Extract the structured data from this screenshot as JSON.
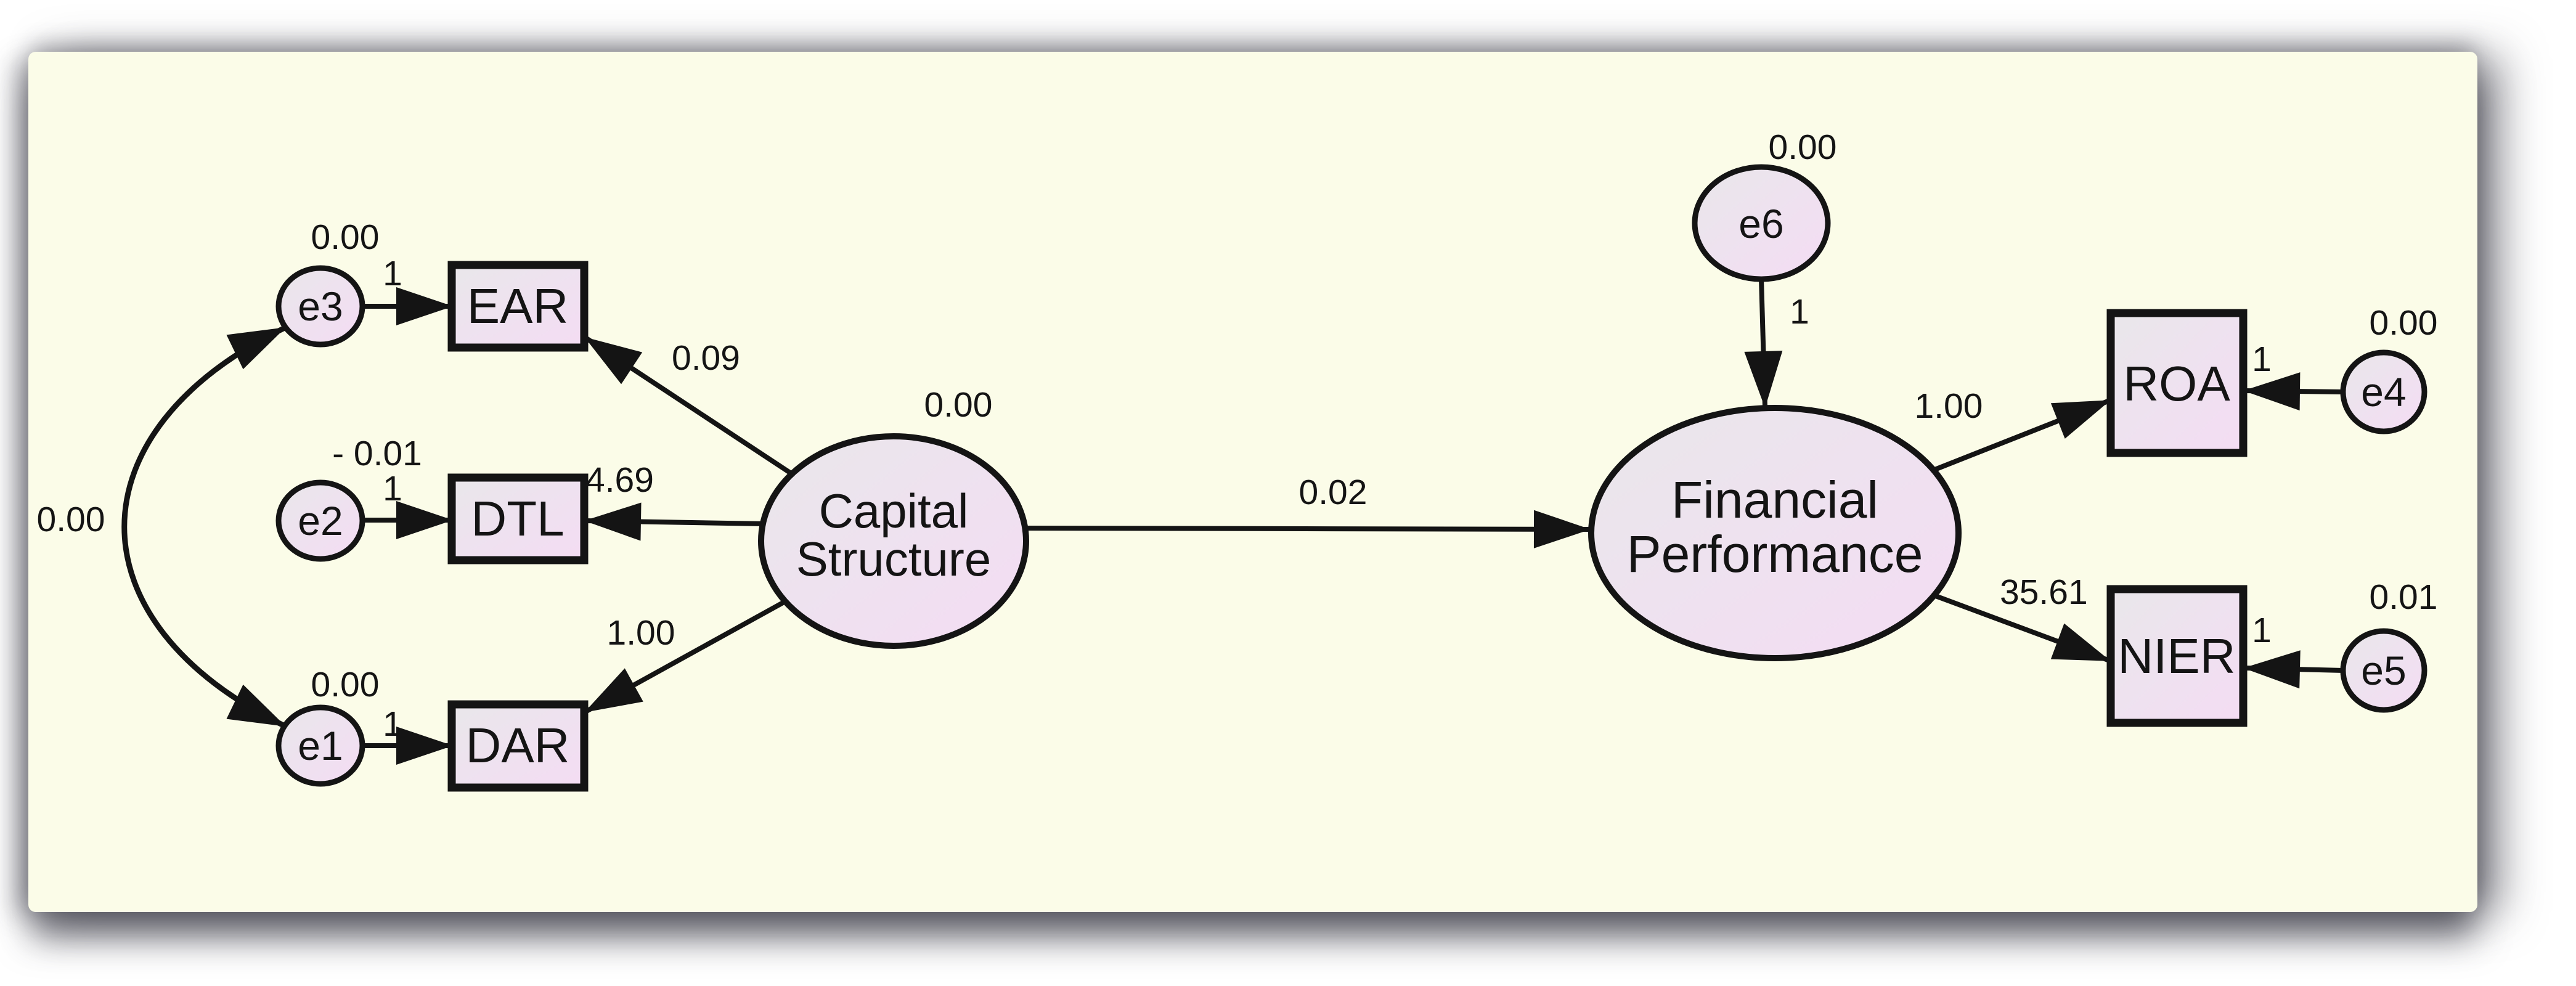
{
  "diagram_type": "sem-path-diagram",
  "colors": {
    "canvas_bg": "#FBFCE8",
    "shape_fill_light": "#E9E7EA",
    "shape_fill_pink": "#F4DCF3",
    "stroke": "#141414"
  },
  "latents": {
    "capital_structure": {
      "line1": "Capital",
      "line2": "Structure",
      "variance_label": "0.00"
    },
    "financial_performance": {
      "line1": "Financial",
      "line2": "Performance"
    }
  },
  "observed": {
    "ear": {
      "label": "EAR",
      "loading_label": "0.09"
    },
    "dtl": {
      "label": "DTL",
      "loading_label": "4.69"
    },
    "dar": {
      "label": "DAR",
      "loading_label": "1.00"
    },
    "roa": {
      "label": "ROA",
      "loading_label": "1.00"
    },
    "nier": {
      "label": "NIER",
      "loading_label": "35.61"
    }
  },
  "errors": {
    "e1": {
      "label": "e1",
      "variance_label": "0.00",
      "weight_label": "1"
    },
    "e2": {
      "label": "e2",
      "variance_label": "- 0.01",
      "weight_label": "1"
    },
    "e3": {
      "label": "e3",
      "variance_label": "0.00",
      "weight_label": "1"
    },
    "e4": {
      "label": "e4",
      "variance_label": "0.00",
      "weight_label": "1"
    },
    "e5": {
      "label": "e5",
      "variance_label": "0.01",
      "weight_label": "1"
    },
    "e6": {
      "label": "e6",
      "variance_label": "0.00",
      "weight_label": "1"
    }
  },
  "paths": {
    "cs_to_fp": {
      "weight_label": "0.02"
    },
    "cov_e3_e1": {
      "value_label": "0.00"
    }
  }
}
